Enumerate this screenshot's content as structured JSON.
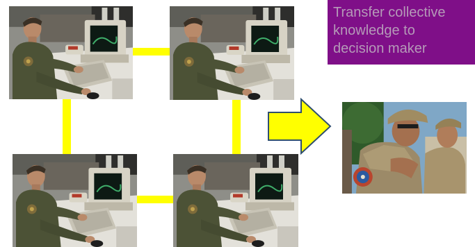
{
  "callout": {
    "lines": [
      "Transfer collective",
      "knowledge to",
      "decision maker"
    ],
    "background": "#7f0f88",
    "text_color": "#b59ab8"
  },
  "connectors": {
    "color": "#ffff00"
  },
  "arrow": {
    "fill": "#ffff00",
    "stroke": "#2f4f6f",
    "direction": "right"
  },
  "photos": {
    "analyst": [
      "airman-at-computer-photo",
      "airman-at-computer-photo",
      "airman-at-computer-photo",
      "airman-at-computer-photo"
    ],
    "decision_maker": "officers-conversation-photo"
  }
}
